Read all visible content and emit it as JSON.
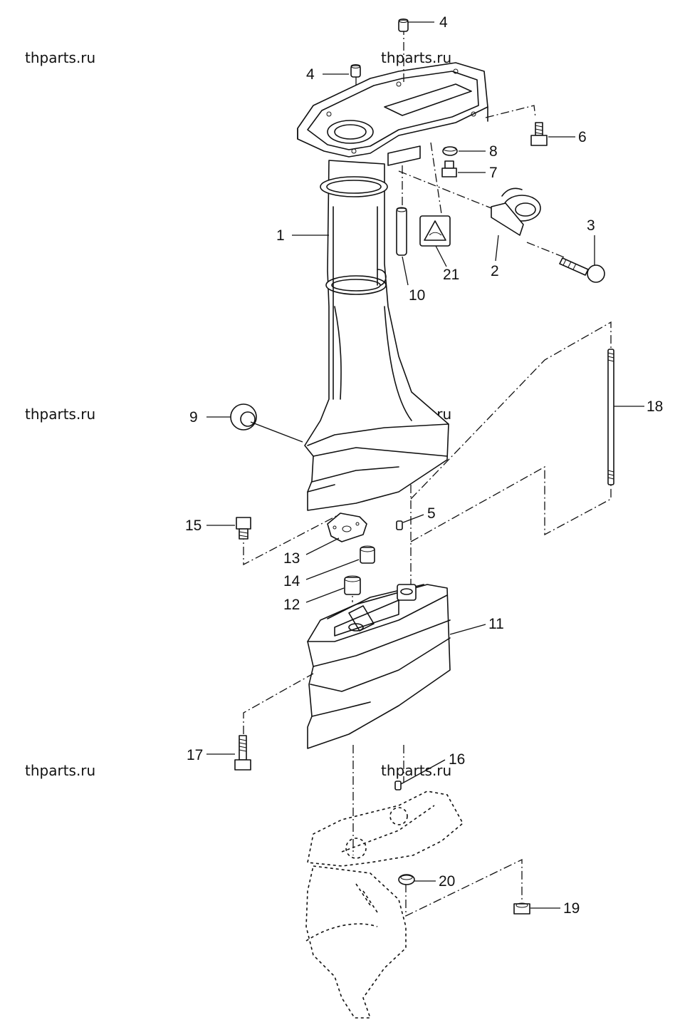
{
  "watermark": "thparts.ru",
  "callouts": {
    "c1": "1",
    "c2": "2",
    "c3": "3",
    "c4a": "4",
    "c4b": "4",
    "c5": "5",
    "c6": "6",
    "c7": "7",
    "c8": "8",
    "c9": "9",
    "c10": "10",
    "c11": "11",
    "c12": "12",
    "c13": "13",
    "c14": "14",
    "c15": "15",
    "c16": "16",
    "c17": "17",
    "c18": "18",
    "c19": "19",
    "c20": "20",
    "c21": "21"
  }
}
